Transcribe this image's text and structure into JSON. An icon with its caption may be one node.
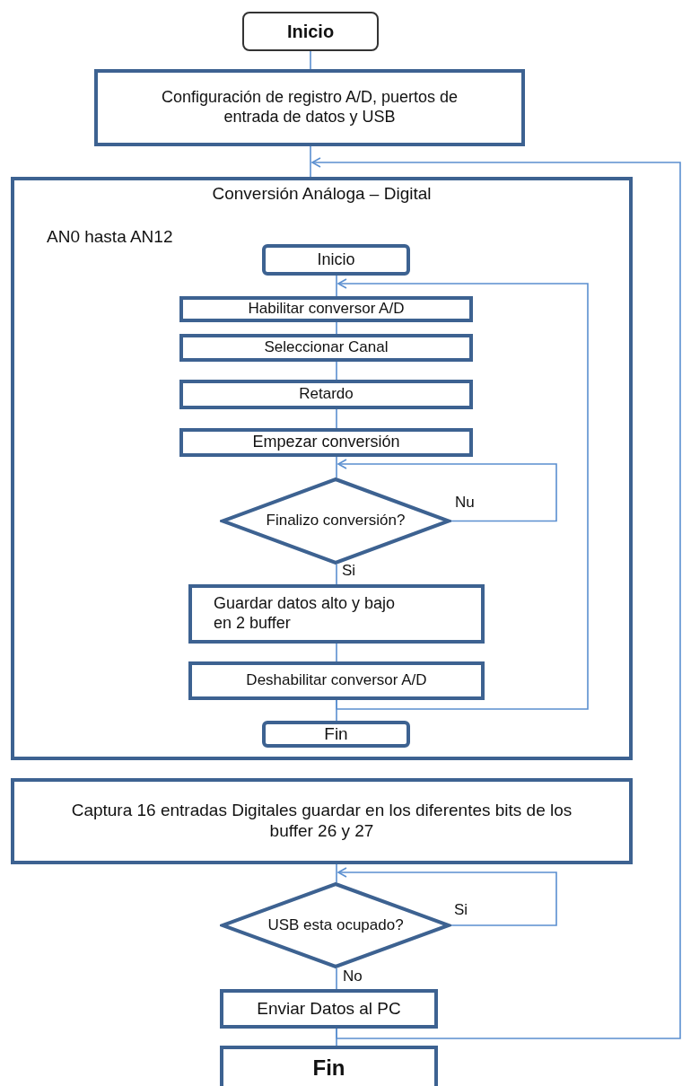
{
  "diagram": {
    "nodes": [
      {
        "text": [
          "Inicio"
        ]
      },
      {
        "text": [
          "Configuración de registro A/D, puertos de entrada de datos y USB"
        ]
      },
      {
        "text": [
          "Conversión Análoga – Digital",
          "AN0 hasta AN12"
        ]
      },
      {
        "text": [
          "Inicio"
        ],
        "in": 2
      },
      {
        "text": [
          "Habilitar conversor A/D"
        ],
        "in": 2
      },
      {
        "text": [
          "Seleccionar Canal"
        ],
        "in": 2
      },
      {
        "text": [
          "Retardo"
        ],
        "in": 2
      },
      {
        "text": [
          "Empezar conversión"
        ],
        "in": 2
      },
      {
        "text": [
          "Finalizo conversión?"
        ],
        "in": 2
      },
      {
        "text": [
          "Guardar datos alto y bajo en 2 buffer"
        ],
        "in": 2
      },
      {
        "text": [
          "Deshabilitar conversor A/D"
        ],
        "in": 2
      },
      {
        "text": [
          "Fin"
        ],
        "in": 2
      },
      {
        "text": [
          "Captura 16 entradas Digitales guardar en los diferentes bits de los buffer 26 y 27"
        ]
      },
      {
        "text": [
          "USB esta ocupado?"
        ]
      },
      {
        "text": [
          "Enviar Datos al PC"
        ]
      },
      {
        "text": [
          "Fin"
        ]
      }
    ],
    "edges": [
      {
        "from": 0,
        "to": 1,
        "arrow": "none"
      },
      {
        "from": 1,
        "to": 2,
        "arrow": "none"
      },
      {
        "from": 14,
        "to": 2,
        "arrow": "to"
      },
      {
        "from": 3,
        "to": 4,
        "arrow": "none"
      },
      {
        "from": 4,
        "to": 5,
        "arrow": "none"
      },
      {
        "from": 5,
        "to": 6,
        "arrow": "none"
      },
      {
        "from": 6,
        "to": 7,
        "arrow": "none"
      },
      {
        "from": 7,
        "to": 8,
        "arrow": "none"
      },
      {
        "from": 8,
        "to": 8,
        "arrow": "to",
        "label": "Nu"
      },
      {
        "from": 8,
        "to": 9,
        "arrow": "none",
        "label": "Si"
      },
      {
        "from": 9,
        "to": 10,
        "arrow": "none"
      },
      {
        "from": 10,
        "to": 4,
        "arrow": "to"
      },
      {
        "from": 10,
        "to": 11,
        "arrow": "none"
      },
      {
        "from": 12,
        "to": 13,
        "arrow": "none"
      },
      {
        "from": 13,
        "to": 13,
        "arrow": "to",
        "label": "Si"
      },
      {
        "from": 13,
        "to": 14,
        "arrow": "none",
        "label": "No"
      },
      {
        "from": 14,
        "to": 15,
        "arrow": "none"
      }
    ]
  }
}
